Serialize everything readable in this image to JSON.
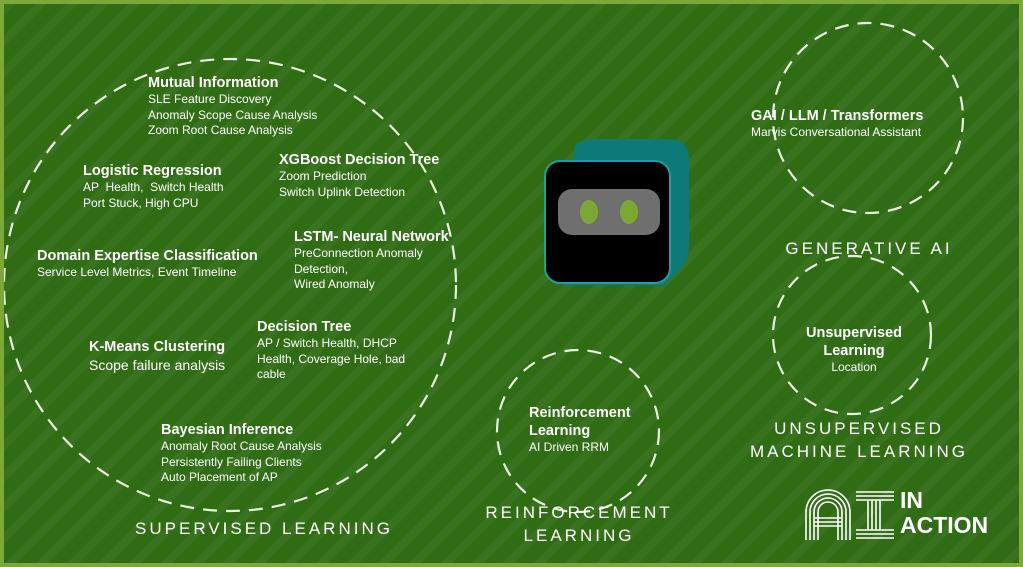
{
  "supervised": {
    "title": "SUPERVISED LEARNING",
    "mutual": {
      "h": "Mutual Information",
      "l": [
        "SLE Feature Discovery",
        "Anomaly Scope Cause Analysis",
        "Zoom Root Cause Analysis"
      ]
    },
    "logistic": {
      "h": "Logistic Regression",
      "l": [
        "AP  Health,  Switch Health",
        "Port Stuck, High CPU"
      ]
    },
    "xgboost": {
      "h": "XGBoost Decision Tree",
      "l": [
        "Zoom Prediction",
        "Switch Uplink Detection"
      ]
    },
    "domain": {
      "h": "Domain Expertise Classification",
      "l": [
        "Service Level Metrics, Event Timeline"
      ]
    },
    "lstm": {
      "h": "LSTM- Neural Network",
      "l": [
        "PreConnection Anomaly",
        "Detection,",
        "Wired Anomaly"
      ]
    },
    "kmeans": {
      "h": "K-Means Clustering",
      "l": [
        "Scope failure analysis"
      ]
    },
    "dtree": {
      "h": "Decision Tree",
      "l": [
        "AP / Switch Health, DHCP",
        "Health, Coverage Hole, bad",
        "cable"
      ]
    },
    "bayes": {
      "h": "Bayesian Inference",
      "l": [
        "Anomaly Root Cause Analysis",
        "Persistently Failing Clients",
        "Auto Placement of AP"
      ]
    }
  },
  "reinforcement": {
    "title": [
      "REINFORCEMENT",
      "LEARNING"
    ],
    "h": [
      "Reinforcement",
      "Learning"
    ],
    "l": [
      "AI Driven RRM"
    ]
  },
  "generative": {
    "title": "GENERATIVE AI",
    "h": "GAI / LLM / Transformers",
    "l": [
      "Marvis Conversational Assistant"
    ]
  },
  "unsupervised": {
    "title": [
      "UNSUPERVISED",
      "MACHINE LEARNING"
    ],
    "h": "Unsupervised Learning",
    "l": [
      "Location"
    ]
  },
  "logo": {
    "ai": "AI",
    "line1": "IN",
    "line2": "ACTION"
  },
  "colors": {
    "bg": "#2f6c14",
    "border": "#7aa83a",
    "robot_face": "#000000",
    "robot_shell": "#0d7a78",
    "eyes": "#7aa832"
  }
}
